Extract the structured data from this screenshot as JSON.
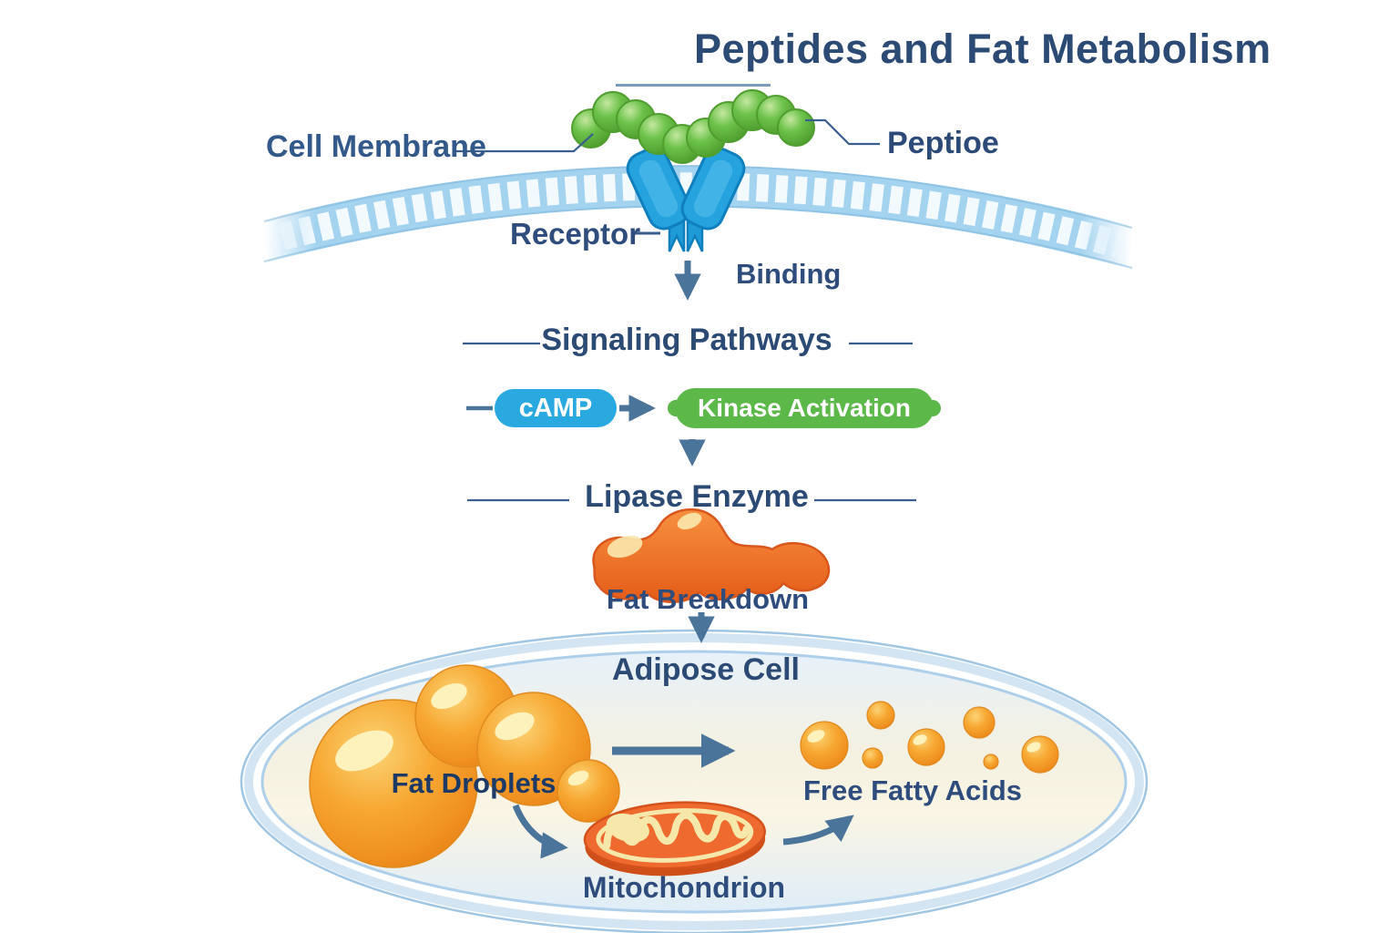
{
  "title": "Peptides and Fat Metabolism",
  "membrane": {
    "cell_membrane_label": "Cell Membrane",
    "peptide_label": "Peptioe",
    "receptor_label": "Receptor",
    "binding_label": "Binding"
  },
  "signaling": {
    "heading": "Signaling Pathways",
    "camp": "cAMP",
    "kinase": "Kinase Activation"
  },
  "lipase": {
    "heading": "Lipase Enzyme",
    "fat_breakdown": "Fat Breakdown"
  },
  "adipose": {
    "heading": "Adipose Cell",
    "fat_droplets": "Fat Droplets",
    "free_fatty_acids": "Free Fatty Acids",
    "mitochondrion": "Mitochondrion"
  },
  "colors": {
    "heading_navy": "#2b4a74",
    "label_blue": "#2e4d7c",
    "arrow_steel": "#4a7499",
    "membrane_blue": "#a4d3ef",
    "receptor_blue": "#24a3de",
    "peptide_green": "#66bb44",
    "camp_blue": "#29a9e0",
    "kinase_green": "#5cb848",
    "enzyme_orange": "#ee6a2e",
    "droplet_orange": "#f6a430",
    "cell_fill_cream": "#f8f3e2",
    "cell_ring_blue": "#a3c9e6"
  }
}
